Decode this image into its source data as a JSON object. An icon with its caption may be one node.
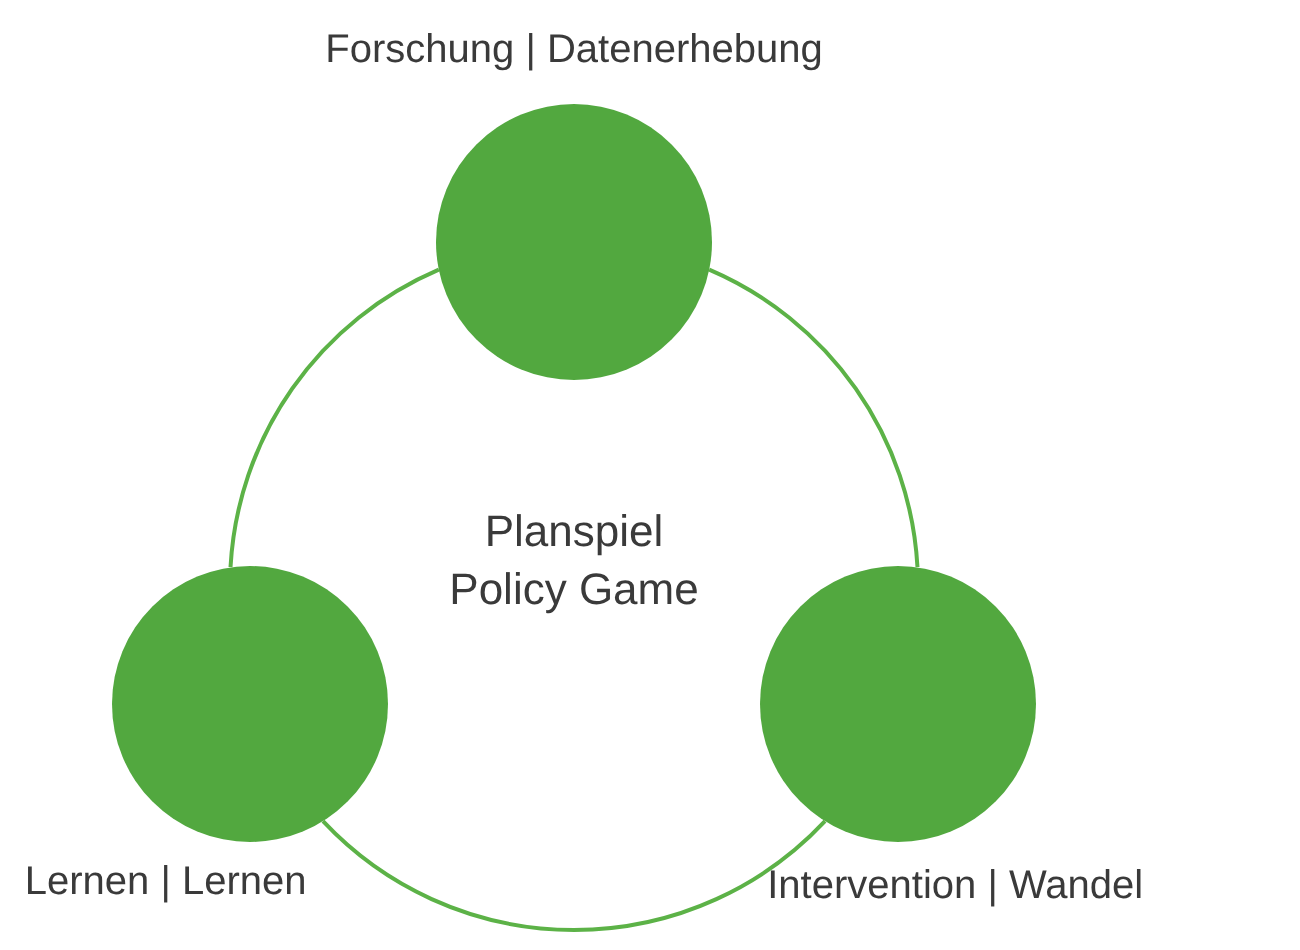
{
  "diagram": {
    "nodes": [
      {
        "text": [
          "Forschung | Datenerhebung"
        ]
      },
      {
        "text": [
          "Lernen | Lernen"
        ]
      },
      {
        "text": [
          "Intervention | Wandel"
        ]
      }
    ],
    "edges": [
      {
        "from": 0,
        "to": 2,
        "arrow": "none"
      },
      {
        "from": 2,
        "to": 1,
        "arrow": "none"
      },
      {
        "from": 1,
        "to": 0,
        "arrow": "none"
      }
    ],
    "labels": [
      "Planspiel Policy Game"
    ]
  }
}
